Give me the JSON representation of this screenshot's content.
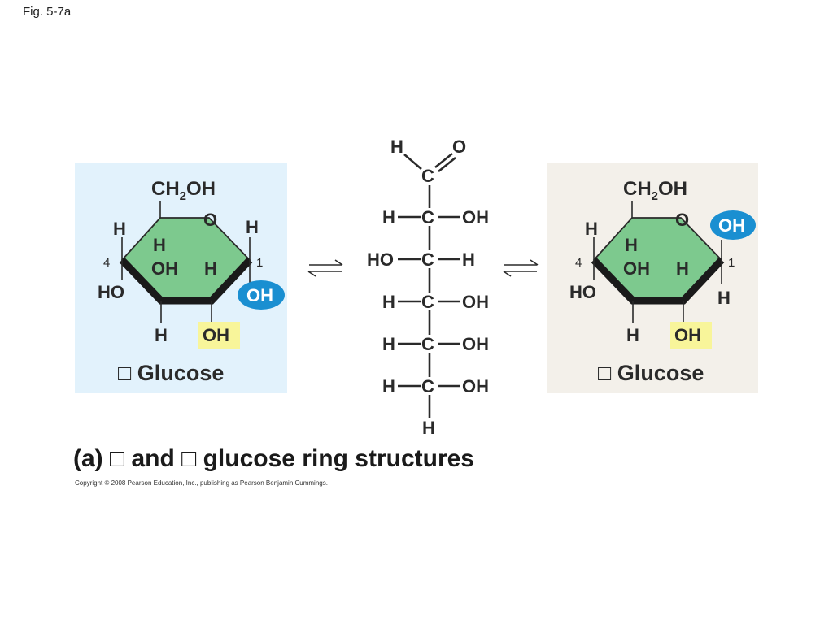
{
  "figure_label": "Fig. 5-7a",
  "caption": "(a) □ and □ glucose ring structures",
  "copyright": "Copyright © 2008 Pearson Education, Inc., publishing as Pearson Benjamin Cummings.",
  "colors": {
    "alpha_panel": "#e2f2fc",
    "beta_panel": "#f3f0ea",
    "ring_fill": "#7dc98e",
    "oh_badge": "#1a8fd1",
    "oh_highlight": "#f8f59a"
  },
  "alpha": {
    "name": "□ Glucose",
    "ch2oh_main": "CH",
    "ch2oh_sub": "2",
    "ch2oh_end": "OH",
    "ring_o": "O",
    "c4_label": "4",
    "c1_label": "1",
    "h_c4": "H",
    "h_c1": "H",
    "h_c3_up": "H",
    "oh_c3": "OH",
    "h_c2": "H",
    "ho_c4": "HO",
    "oh_c1": "OH",
    "h_c3_down": "H",
    "oh_c2": "OH"
  },
  "beta": {
    "name": "□ Glucose",
    "ch2oh_main": "CH",
    "ch2oh_sub": "2",
    "ch2oh_end": "OH",
    "ring_o": "O",
    "c4_label": "4",
    "c1_label": "1",
    "h_c4": "H",
    "oh_c1": "OH",
    "h_c3_up": "H",
    "oh_c3": "OH",
    "h_c2": "H",
    "ho_c4": "HO",
    "h_c1": "H",
    "h_c3_down": "H",
    "oh_c2": "OH"
  },
  "linear": {
    "top_h": "H",
    "top_o": "O",
    "c1": "C",
    "row2_left": "H",
    "row2_c": "C",
    "row2_right": "OH",
    "row3_left": "HO",
    "row3_c": "C",
    "row3_right": "H",
    "row4_left": "H",
    "row4_c": "C",
    "row4_right": "OH",
    "row5_left": "H",
    "row5_c": "C",
    "row5_right": "OH",
    "row6_left": "H",
    "row6_c": "C",
    "row6_right": "OH",
    "bottom_h": "H"
  }
}
